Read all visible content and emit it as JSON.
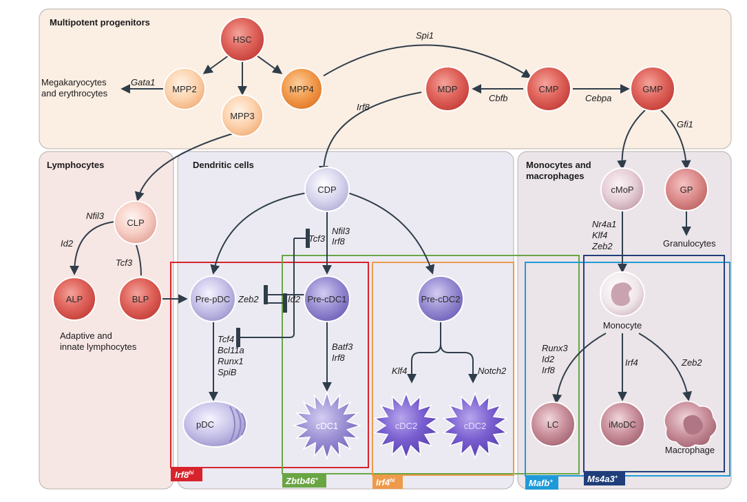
{
  "panels": {
    "progenitors": "Multipotent progenitors",
    "lymphocytes": "Lymphocytes",
    "dendritic": "Dendritic cells",
    "monocytes": [
      "Monocytes and",
      "macrophages"
    ]
  },
  "cells": {
    "hsc": "HSC",
    "mpp2": "MPP2",
    "mpp3": "MPP3",
    "mpp4": "MPP4",
    "mdp": "MDP",
    "cmp": "CMP",
    "gmp": "GMP",
    "clp": "CLP",
    "alp": "ALP",
    "blp": "BLP",
    "cdp": "CDP",
    "prepdc": "Pre-pDC",
    "precdc1": "Pre-cDC1",
    "precdc2": "Pre-cDC2",
    "pdc": "pDC",
    "cdc1": "cDC1",
    "cdc2a": "cDC2",
    "cdc2b": "cDC2",
    "cmop": "cMoP",
    "gp": "GP",
    "lc": "LC",
    "imodc": "iMoDC"
  },
  "text": {
    "mega": [
      "Megakaryocytes",
      "and erythrocytes"
    ],
    "adaptive": [
      "Adaptive and",
      "innate lymphocytes"
    ],
    "granulocytes": "Granulocytes",
    "monocyte": "Monocyte",
    "macrophage": "Macrophage"
  },
  "factors": {
    "gata1": "Gata1",
    "spi1": "Spi1",
    "cbfb": "Cbfb",
    "cebpa": "Cebpa",
    "irf8_mdp": "Irf8",
    "gfi1": "Gfi1",
    "nfil3_clp": "Nfil3",
    "id2_alp": "Id2",
    "tcf3_blp": "Tcf3",
    "tcf3_dc": "Tcf3",
    "nfil3_irf8": [
      "Nfil3",
      "Irf8"
    ],
    "zeb2_dc": "Zeb2",
    "id2_dc": "Id2",
    "pdc_factors": [
      "Tcf4",
      "Bcl11a",
      "Runx1",
      "SpiB"
    ],
    "batf3_irf8": [
      "Batf3",
      "Irf8"
    ],
    "klf4": "Klf4",
    "notch2": "Notch2",
    "mono_factors": [
      "Nr4a1",
      "Klf4",
      "Zeb2"
    ],
    "lc_factors": [
      "Runx3",
      "Id2",
      "Irf8"
    ],
    "irf4_mono": "Irf4",
    "zeb2_mac": "Zeb2"
  },
  "boxes": {
    "irf8": {
      "name": "Irf8",
      "sup": "hi"
    },
    "zbtb46": {
      "name": "Zbtb46",
      "sup": "+"
    },
    "irf4": {
      "name": "Irf4",
      "sup": "hi"
    },
    "mafb": {
      "name": "Mafb",
      "sup": "+"
    },
    "ms4a3": {
      "name": "Ms4a3",
      "sup": "+"
    }
  },
  "colors": {
    "irf8": "#d7232c",
    "zbtb46": "#6aa544",
    "irf4": "#ee9a4b",
    "mafb": "#1f9ad8",
    "ms4a3": "#1f3e7a"
  }
}
